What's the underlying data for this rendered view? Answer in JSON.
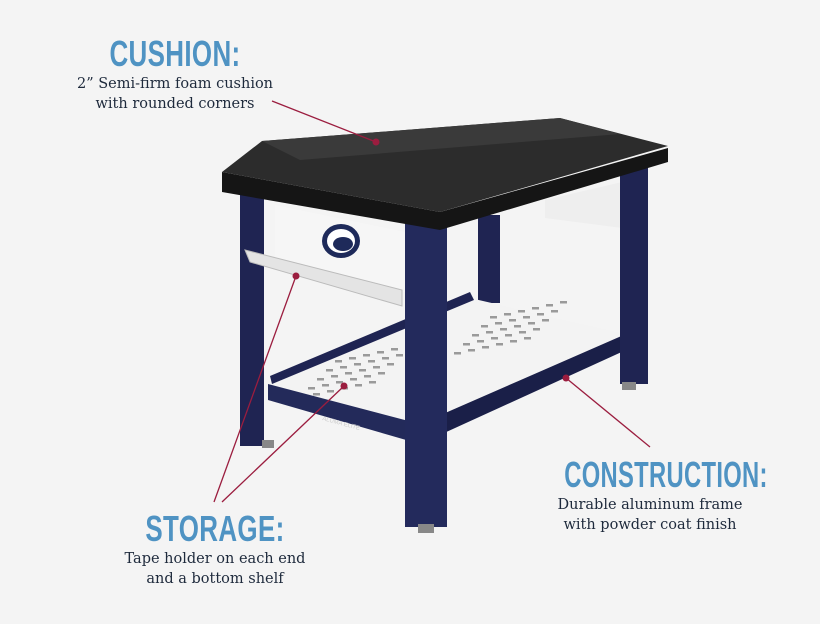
{
  "callouts": {
    "cushion": {
      "title": "CUSHION:",
      "lines": [
        "2” Semi-firm foam cushion",
        "with rounded corners"
      ]
    },
    "storage": {
      "title": "STORAGE:",
      "lines": [
        "Tape holder on each end",
        "and a bottom shelf"
      ]
    },
    "construction": {
      "title": "CONSTRUCTION:",
      "lines": [
        "Durable aluminum frame",
        "with powder coat finish"
      ]
    }
  },
  "product": {
    "logo_text": "ALUMA ELITE"
  },
  "colors": {
    "heading": "#4f93c3",
    "body_text": "#1e2a3c",
    "leader_line": "#9b1d3f",
    "frame": "#1f2452",
    "cushion": "#1c1c1c",
    "shelf": "#f2f2f2"
  }
}
